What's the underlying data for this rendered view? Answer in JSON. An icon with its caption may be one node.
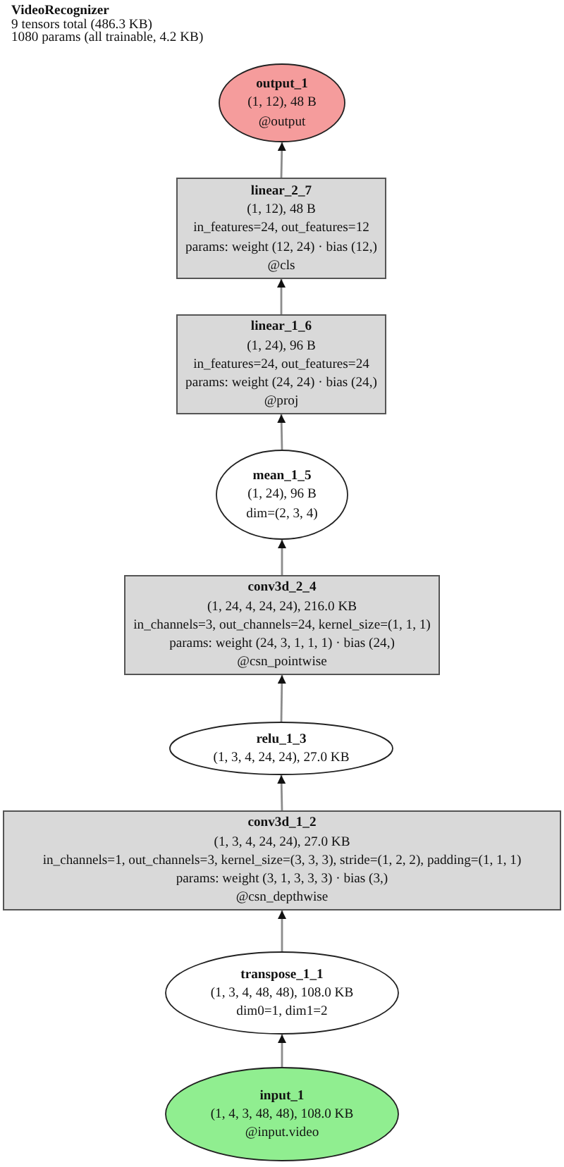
{
  "diagram": {
    "title": "VideoRecognizer",
    "nodes": [
      {
        "text": [
          "output_1",
          "(1, 12), 48 B",
          "@output"
        ]
      },
      {
        "text": [
          "linear_2_7",
          "(1, 12), 48 B",
          "in_features=24, out_features=12",
          "params: weight (12, 24) · bias (12,)",
          "@cls"
        ]
      },
      {
        "text": [
          "linear_1_6",
          "(1, 24), 96 B",
          "in_features=24, out_features=24",
          "params: weight (24, 24) · bias (24,)",
          "@proj"
        ]
      },
      {
        "text": [
          "mean_1_5",
          "(1, 24), 96 B",
          "dim=(2, 3, 4)"
        ]
      },
      {
        "text": [
          "conv3d_2_4",
          "(1, 24, 4, 24, 24), 216.0 KB",
          "in_channels=3, out_channels=24, kernel_size=(1, 1, 1)",
          "params: weight (24, 3, 1, 1, 1) · bias (24,)",
          "@csn_pointwise"
        ]
      },
      {
        "text": [
          "relu_1_3",
          "(1, 3, 4, 24, 24), 27.0 KB"
        ]
      },
      {
        "text": [
          "conv3d_1_2",
          "(1, 3, 4, 24, 24), 27.0 KB",
          "in_channels=1, out_channels=3, kernel_size=(3, 3, 3), stride=(1, 2, 2), padding=(1, 1, 1)",
          "params: weight (3, 1, 3, 3, 3) · bias (3,)",
          "@csn_depthwise"
        ]
      },
      {
        "text": [
          "transpose_1_1",
          "(1, 3, 4, 48, 48), 108.0 KB",
          "dim0=1, dim1=2"
        ]
      },
      {
        "text": [
          "input_1",
          "(1, 4, 3, 48, 48), 108.0 KB",
          "@input.video"
        ]
      }
    ],
    "edges": [
      {
        "from": 8,
        "to": 7,
        "arrow": "to"
      },
      {
        "from": 7,
        "to": 6,
        "arrow": "to"
      },
      {
        "from": 6,
        "to": 5,
        "arrow": "to"
      },
      {
        "from": 5,
        "to": 4,
        "arrow": "to"
      },
      {
        "from": 4,
        "to": 3,
        "arrow": "to"
      },
      {
        "from": 3,
        "to": 2,
        "arrow": "to"
      },
      {
        "from": 2,
        "to": 1,
        "arrow": "to"
      },
      {
        "from": 1,
        "to": 0,
        "arrow": "to"
      }
    ],
    "labels": [
      "9 tensors total (486.3 KB)",
      "1080 params (all trainable, 4.2 KB)"
    ]
  }
}
